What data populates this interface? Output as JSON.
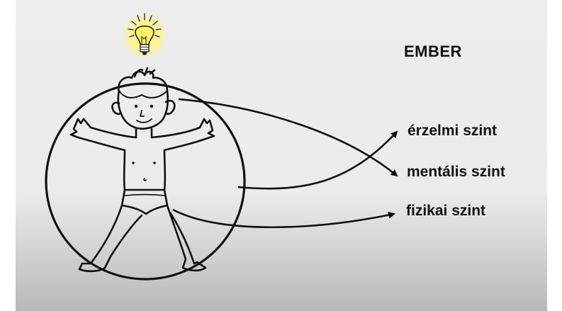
{
  "title": "EMBER",
  "levels": [
    {
      "label": "érzelmi szint"
    },
    {
      "label": "mentális szint"
    },
    {
      "label": "fizikai szint"
    }
  ],
  "colors": {
    "background": "#ececec",
    "ink": "#111111",
    "bulb_glow": "#fff07a"
  },
  "icons": [
    "lightbulb-icon",
    "human-figure-drawing",
    "circle-outline"
  ]
}
